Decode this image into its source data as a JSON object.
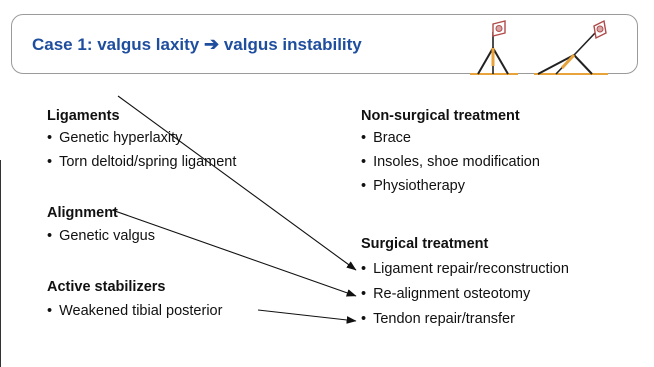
{
  "slide": {
    "title_start": "Case 1: valgus laxity",
    "title_arrow": "➔",
    "title_end": "valgus instability",
    "left": {
      "ligaments": {
        "heading": "Ligaments",
        "items": [
          "Genetic hyperlaxity",
          "Torn deltoid/spring ligament"
        ]
      },
      "alignment": {
        "heading": "Alignment",
        "items": [
          "Genetic valgus"
        ]
      },
      "stabilizers": {
        "heading": "Active stabilizers",
        "items": [
          "Weakened tibial posterior"
        ]
      }
    },
    "right": {
      "nonsurgical": {
        "heading": "Non-surgical treatment",
        "items": [
          "Brace",
          "Insoles, shoe modification",
          "Physiotherapy"
        ]
      },
      "surgical": {
        "heading": "Surgical treatment",
        "items": [
          "Ligament repair/reconstruction",
          "Re-alignment osteotomy",
          "Tendon repair/transfer"
        ]
      }
    },
    "icons": [
      "upright-tent-icon",
      "collapsed-tent-icon"
    ],
    "colors": {
      "title": "#1f4e9e",
      "tent": "#e8a33a",
      "flag": "#d9a6a6"
    }
  }
}
